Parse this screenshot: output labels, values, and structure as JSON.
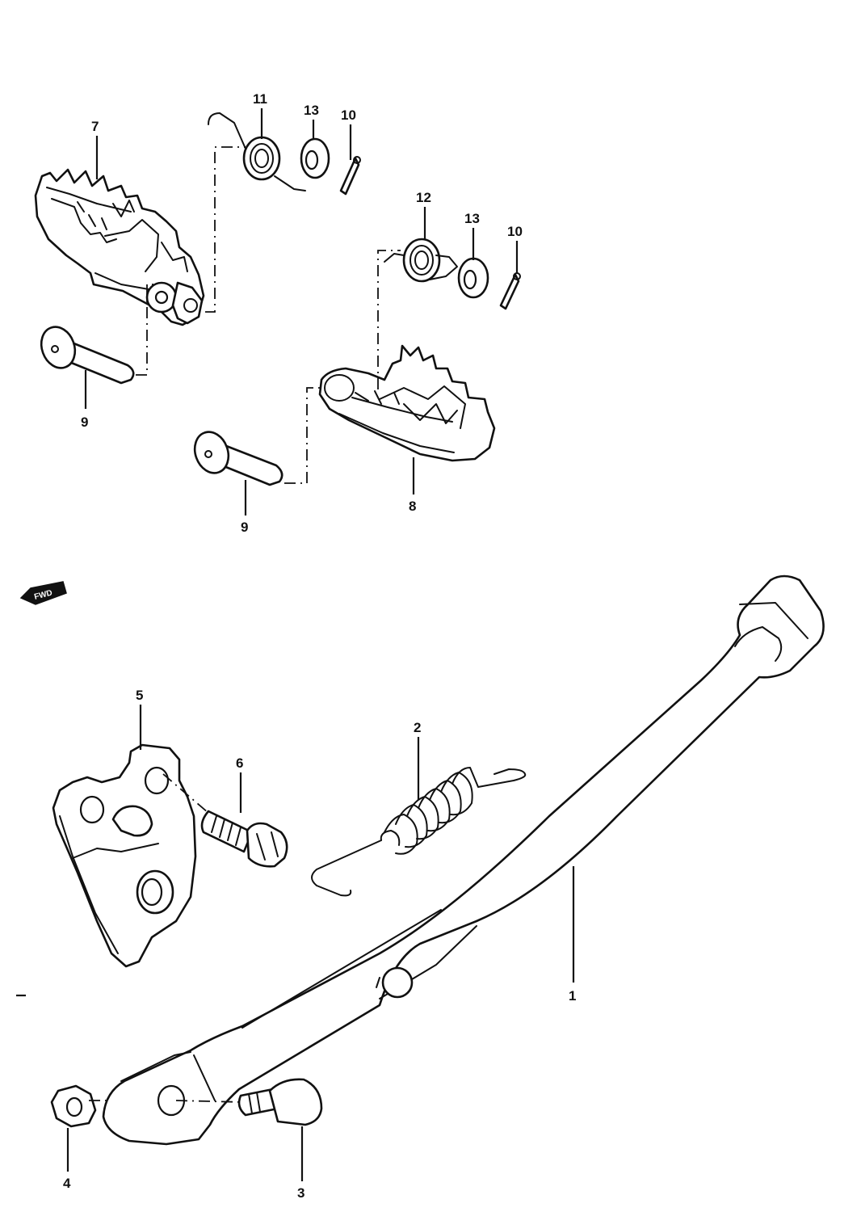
{
  "callouts": {
    "c1": "1",
    "c2": "2",
    "c3": "3",
    "c4": "4",
    "c5": "5",
    "c6": "6",
    "c7": "7",
    "c8": "8",
    "c9a": "9",
    "c9b": "9",
    "c10a": "10",
    "c10b": "10",
    "c11": "11",
    "c12": "12",
    "c13a": "13",
    "c13b": "13"
  },
  "front_badge": "FWD",
  "colors": {
    "ink": "#111111",
    "paper": "#ffffff"
  }
}
